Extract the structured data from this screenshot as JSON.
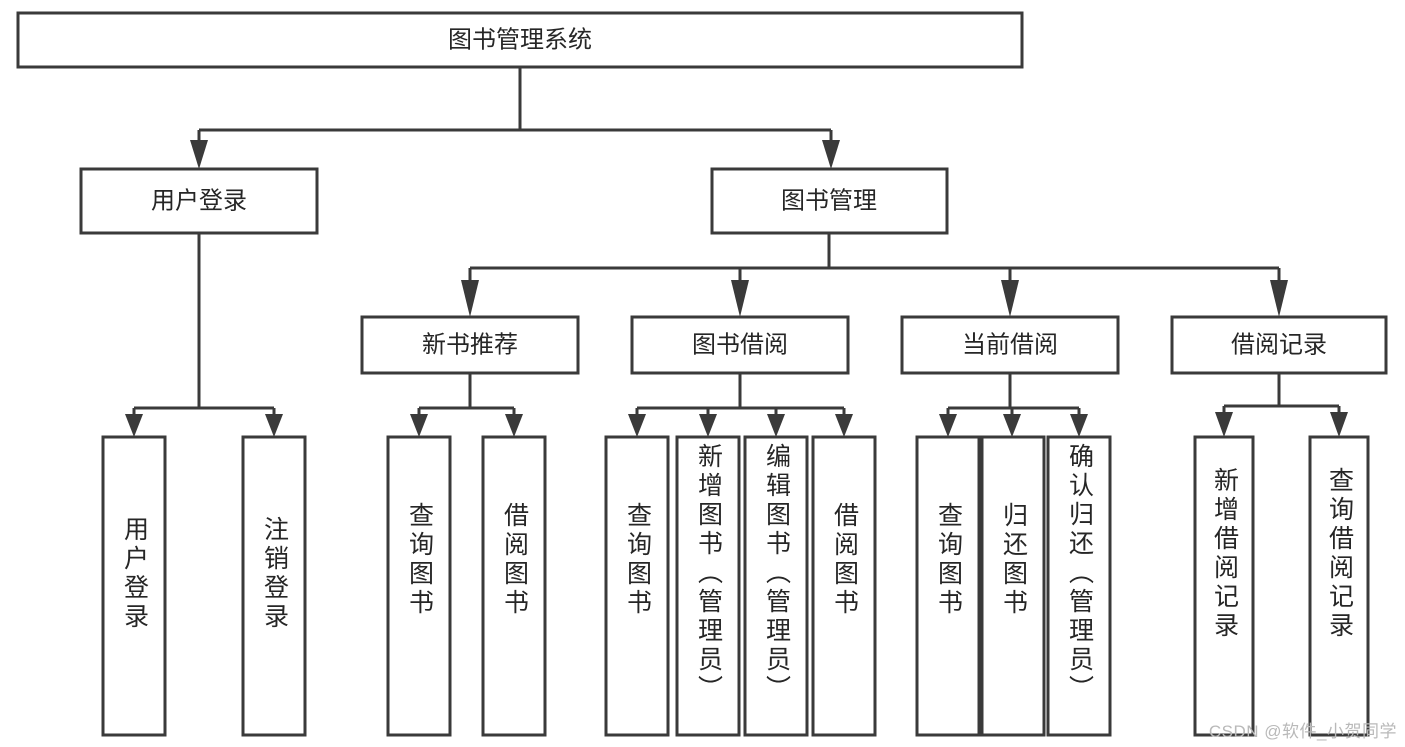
{
  "diagram": {
    "type": "tree-hierarchy",
    "title": "图书管理系统",
    "root": {
      "id": "root",
      "label": "图书管理系统"
    },
    "level2": [
      {
        "id": "user-login",
        "label": "用户登录"
      },
      {
        "id": "book-manage",
        "label": "图书管理"
      }
    ],
    "level3": [
      {
        "id": "new-book-recommend",
        "label": "新书推荐",
        "parent": "book-manage"
      },
      {
        "id": "book-borrow",
        "label": "图书借阅",
        "parent": "book-manage"
      },
      {
        "id": "current-borrow",
        "label": "当前借阅",
        "parent": "book-manage"
      },
      {
        "id": "borrow-record",
        "label": "借阅记录",
        "parent": "book-manage"
      }
    ],
    "leaves": [
      {
        "id": "leaf-user-login",
        "label": "用户登录",
        "parent": "user-login"
      },
      {
        "id": "leaf-logout",
        "label": "注销登录",
        "parent": "user-login"
      },
      {
        "id": "leaf-query-book-1",
        "label": "查询图书",
        "parent": "new-book-recommend"
      },
      {
        "id": "leaf-borrow-book-1",
        "label": "借阅图书",
        "parent": "new-book-recommend"
      },
      {
        "id": "leaf-query-book-2",
        "label": "查询图书",
        "parent": "book-borrow"
      },
      {
        "id": "leaf-add-book",
        "label": "新增图书（管理员）",
        "parent": "book-borrow"
      },
      {
        "id": "leaf-edit-book",
        "label": "编辑图书（管理员）",
        "parent": "book-borrow"
      },
      {
        "id": "leaf-borrow-book-2",
        "label": "借阅图书",
        "parent": "book-borrow"
      },
      {
        "id": "leaf-query-book-3",
        "label": "查询图书",
        "parent": "current-borrow"
      },
      {
        "id": "leaf-return-book",
        "label": "归还图书",
        "parent": "current-borrow"
      },
      {
        "id": "leaf-confirm-return",
        "label": "确认归还（管理员）",
        "parent": "current-borrow"
      },
      {
        "id": "leaf-add-record",
        "label": "新增借阅记录",
        "parent": "borrow-record"
      },
      {
        "id": "leaf-query-record",
        "label": "查询借阅记录",
        "parent": "borrow-record"
      }
    ]
  },
  "watermark": {
    "text": "CSDN @软件_小贺同学"
  },
  "colors": {
    "box_stroke": "#3a3a3a",
    "box_fill": "#ffffff",
    "text": "#262626",
    "background": "#ffffff",
    "watermark": "#b9b9b9"
  }
}
